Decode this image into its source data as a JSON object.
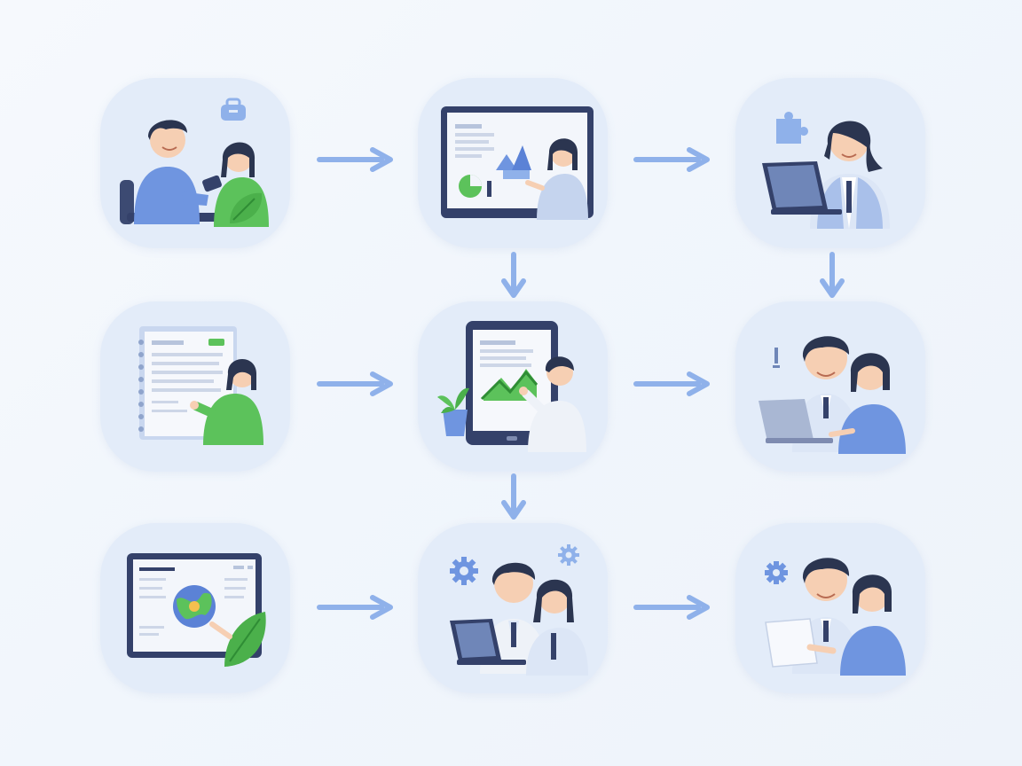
{
  "diagram": {
    "background_color": "#f3f7fc",
    "tile_color": "#e3ecf9",
    "arrow_color": "#8fb1ea",
    "palette": {
      "blue_shirt": "#6f95e0",
      "green": "#5cc25b",
      "navy": "#34416a",
      "hair": "#2b3550",
      "skin": "#f6cfb3",
      "white_coat": "#eef2f8"
    },
    "steps": [
      {
        "id": "consultation",
        "icon": "two-people-consultation-icon"
      },
      {
        "id": "data-presentation",
        "icon": "presentation-screen-icon"
      },
      {
        "id": "laptop-specialist",
        "icon": "woman-laptop-icon"
      },
      {
        "id": "document-review",
        "icon": "document-review-icon"
      },
      {
        "id": "tablet-growth",
        "icon": "tablet-growth-chart-icon"
      },
      {
        "id": "team-laptop-review",
        "icon": "pair-laptop-review-icon"
      },
      {
        "id": "map-dashboard",
        "icon": "map-dashboard-icon"
      },
      {
        "id": "lab-collaboration",
        "icon": "lab-coat-team-icon"
      },
      {
        "id": "report-handover",
        "icon": "report-handover-icon"
      }
    ],
    "connections": [
      {
        "from": "consultation",
        "to": "data-presentation"
      },
      {
        "from": "data-presentation",
        "to": "laptop-specialist"
      },
      {
        "from": "data-presentation",
        "to": "tablet-growth"
      },
      {
        "from": "laptop-specialist",
        "to": "team-laptop-review"
      },
      {
        "from": "document-review",
        "to": "tablet-growth"
      },
      {
        "from": "tablet-growth",
        "to": "team-laptop-review"
      },
      {
        "from": "tablet-growth",
        "to": "lab-collaboration"
      },
      {
        "from": "map-dashboard",
        "to": "lab-collaboration"
      },
      {
        "from": "lab-collaboration",
        "to": "report-handover"
      }
    ]
  }
}
